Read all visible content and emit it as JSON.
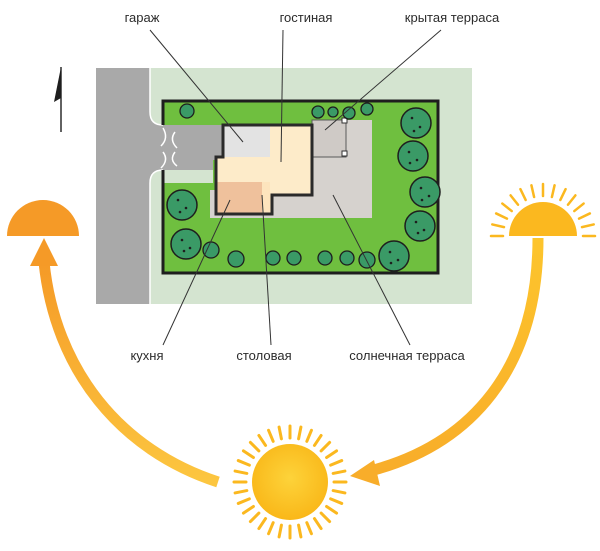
{
  "labels": {
    "garage": "гараж",
    "living_room": "гостиная",
    "covered_terrace": "крытая терраса",
    "kitchen": "кухня",
    "dining_room": "столовая",
    "sun_terrace": "солнечная терраса"
  },
  "colors": {
    "road": "#a9a9a9",
    "outer_lot": "#d4e4d0",
    "lawn": "#6fbf3f",
    "boundary": "#1e1e1e",
    "tree": "#3a9a66",
    "garage": "#e3e3e3",
    "living": "#fdebc9",
    "kitchen": "#efc19c",
    "terrace": "#d6d2ce",
    "sun_morning": "#fbb81f",
    "sun_noon": "#fdc10f",
    "sun_evening": "#f59a27",
    "arrow": "#fbb32a"
  },
  "icons": {
    "north": "north-arrow-icon",
    "sun": "sun-icon",
    "tree": "tree-icon"
  }
}
